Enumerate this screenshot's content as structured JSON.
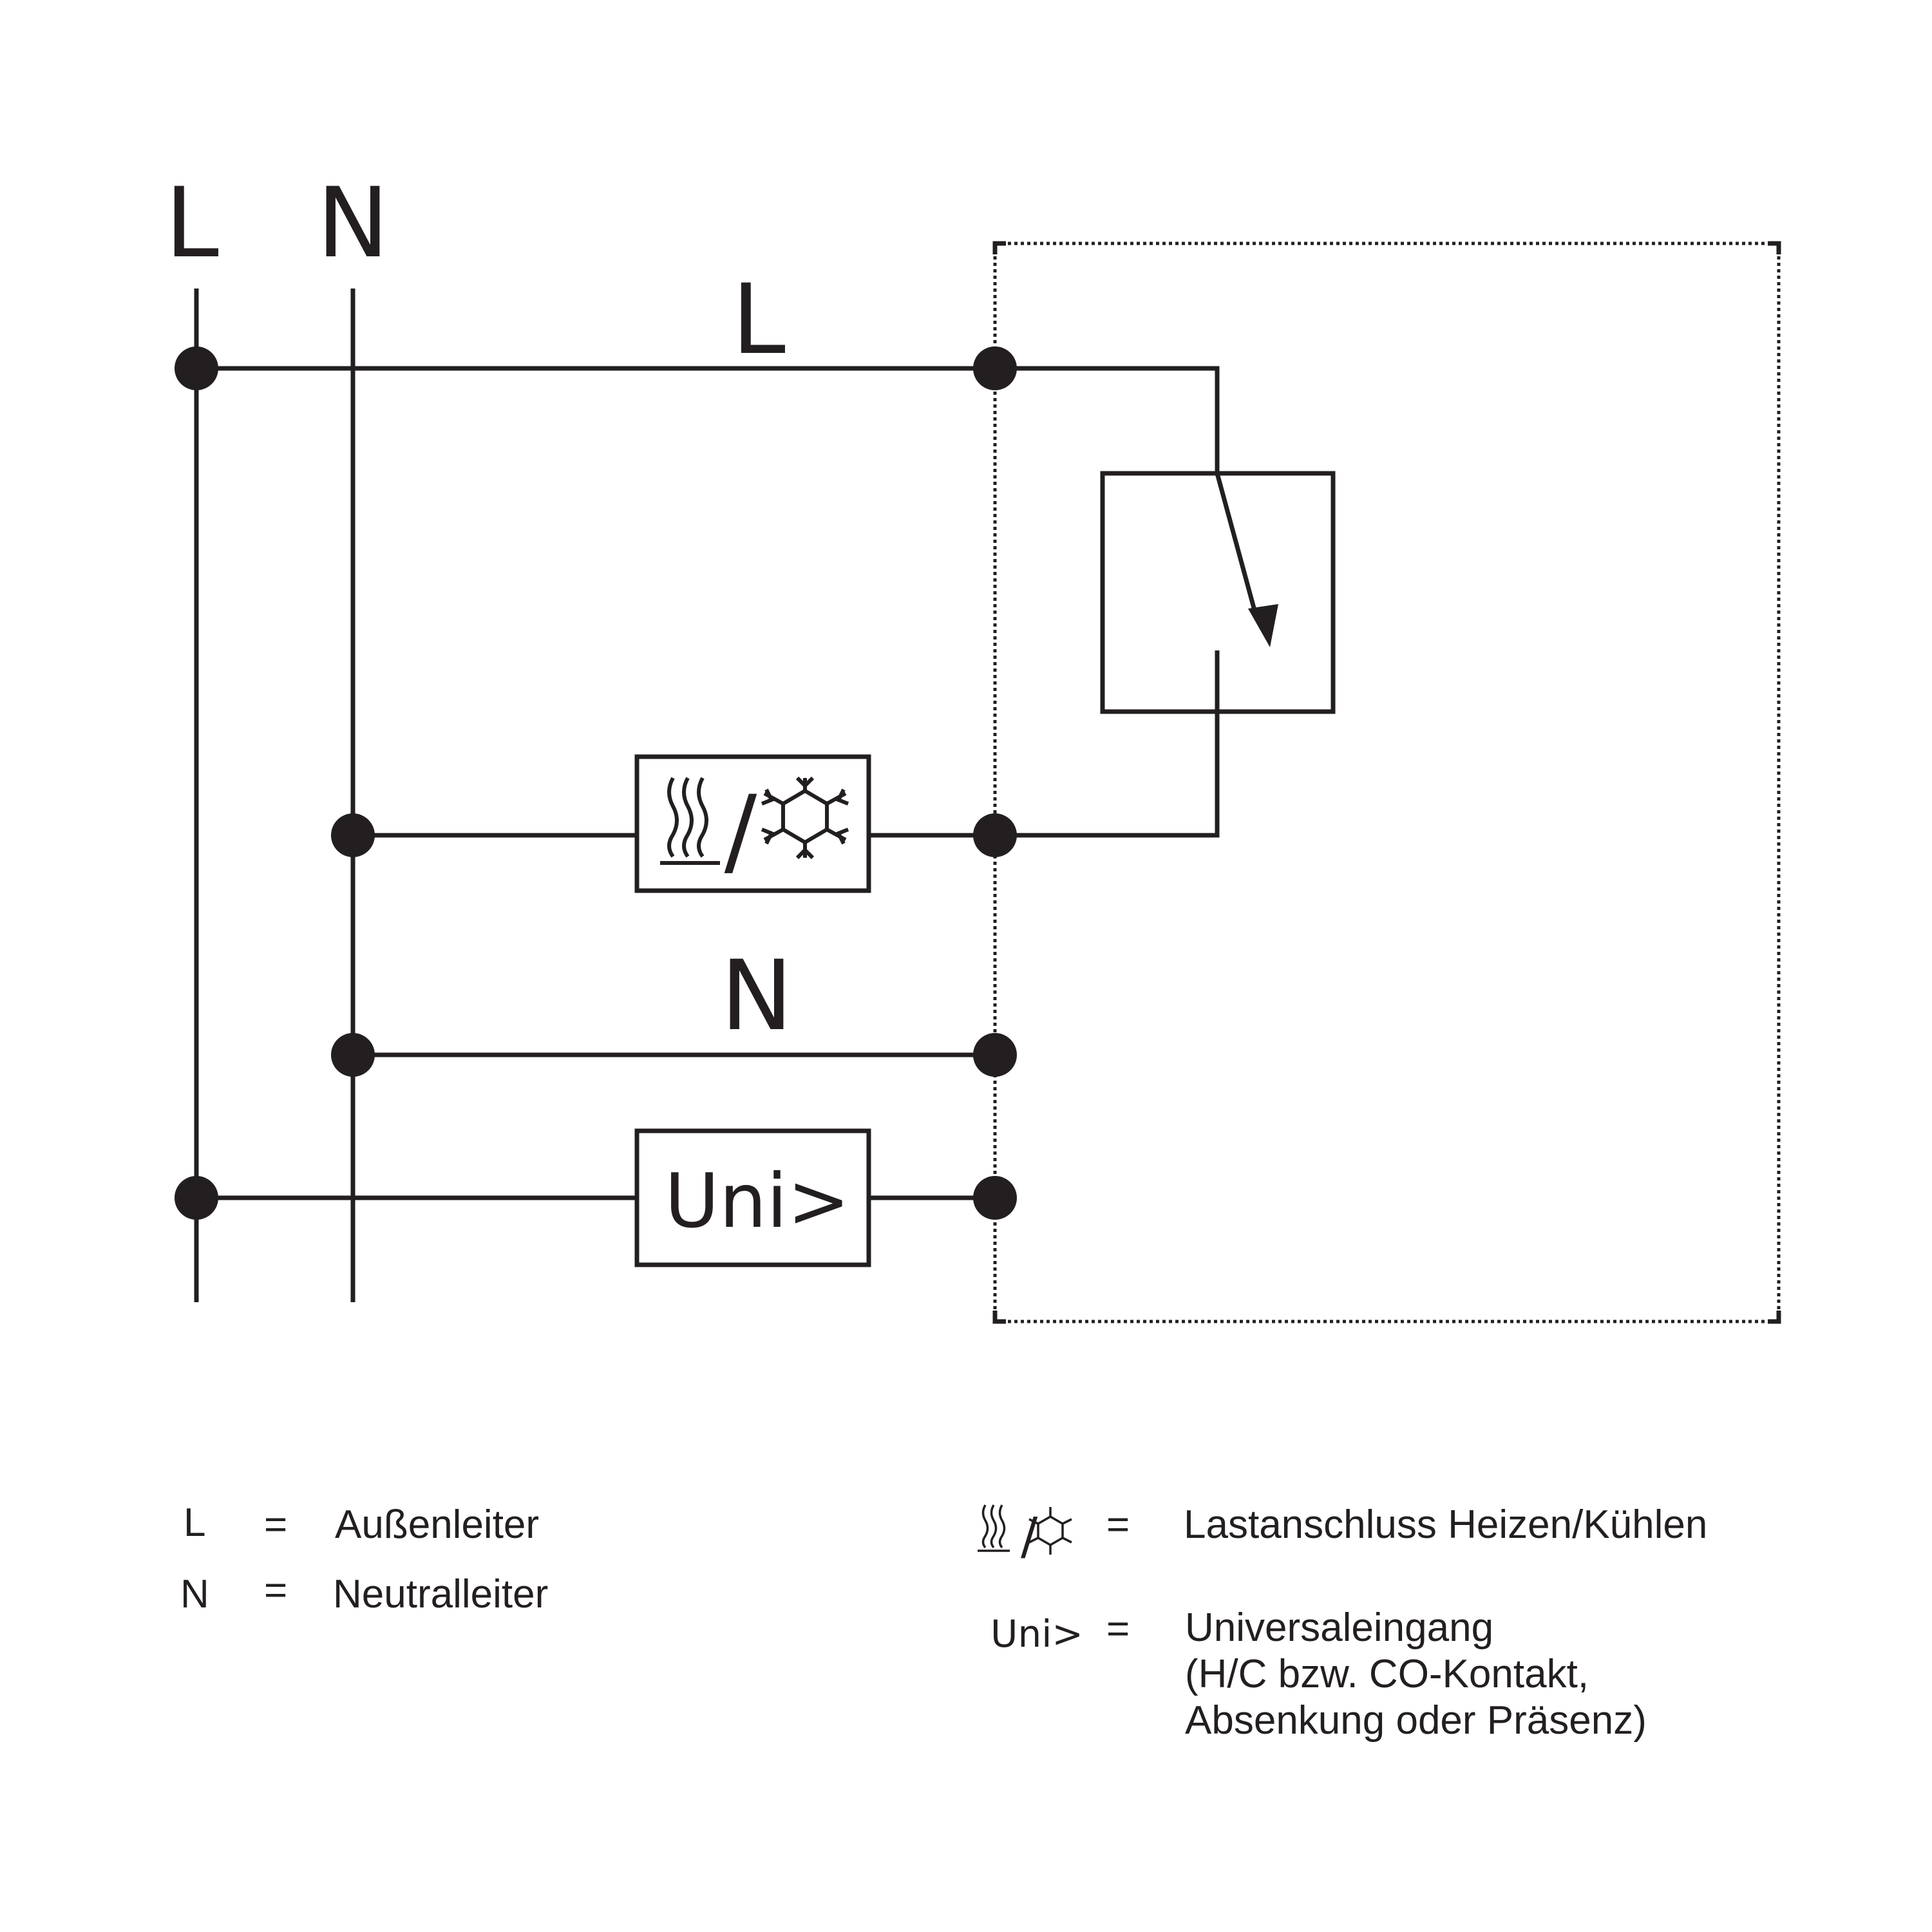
{
  "conductors": {
    "bus_L": "L",
    "bus_N": "N",
    "device_L": "L",
    "device_N": "N"
  },
  "components": {
    "load_symbol_slash": "/",
    "uni_input_label": "Uni>"
  },
  "legend": {
    "L": {
      "key": "L",
      "eq": "=",
      "text": "Außenleiter"
    },
    "N": {
      "key": "N",
      "eq": "=",
      "text": "Neutralleiter"
    },
    "load": {
      "eq": "=",
      "text": "Lastanschluss Heizen/Kühlen"
    },
    "uni": {
      "key": "Uni>",
      "eq": "=",
      "line1": "Universaleingang",
      "line2": "(H/C bzw. CO-Kontakt,",
      "line3": "Absenkung oder Präsenz)"
    }
  },
  "colors": {
    "ink": "#231f20",
    "background": "#ffffff"
  },
  "icons": [
    "heating-waves-icon",
    "snowflake-icon",
    "switch-contact-arrow-icon"
  ]
}
